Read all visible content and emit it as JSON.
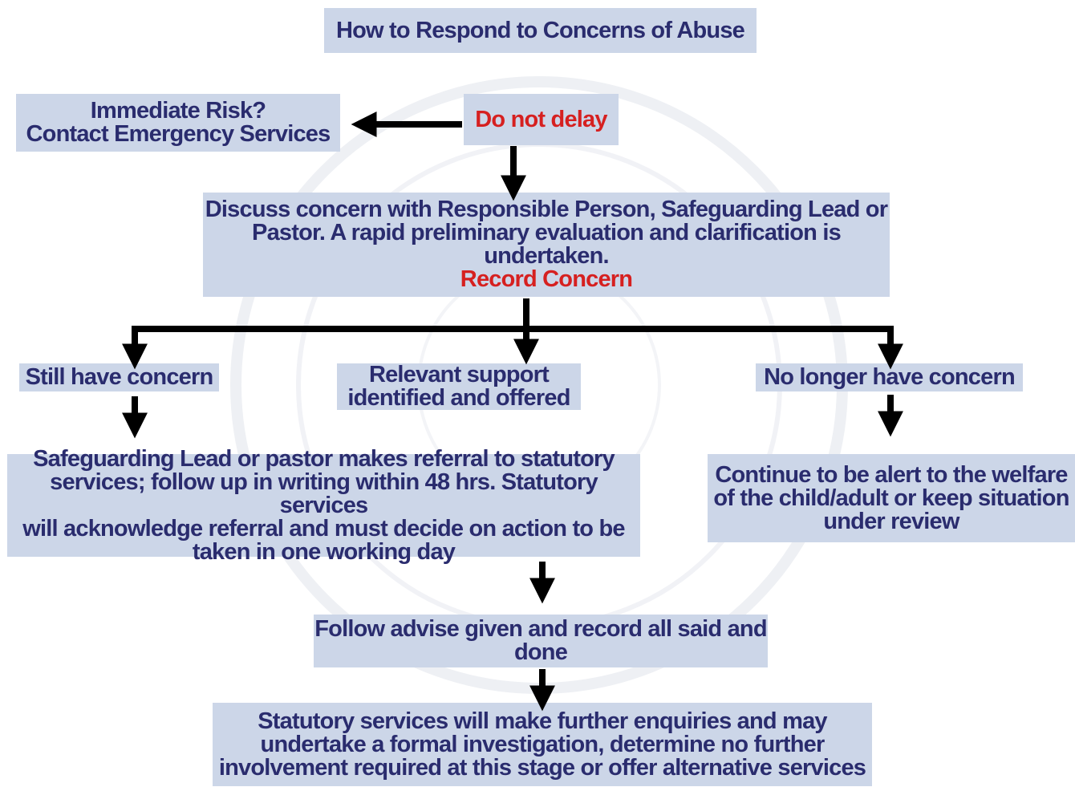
{
  "title": "How to Respond to Concerns of Abuse",
  "nodes": {
    "immediate_risk": {
      "line1": "Immediate Risk?",
      "line2": "Contact Emergency Services"
    },
    "do_not_delay": "Do not delay",
    "discuss": {
      "line1": "Discuss concern with Responsible Person, Safeguarding Lead or",
      "line2": "Pastor. A rapid preliminary evaluation and clarification is",
      "line3": "undertaken.",
      "line4": "Record Concern"
    },
    "still_concern": "Still have concern",
    "relevant_support": {
      "line1": "Relevant support",
      "line2": "identified and offered"
    },
    "no_longer_concern": "No longer have concern",
    "referral": {
      "line1": "Safeguarding Lead or pastor makes referral to statutory",
      "line2": "services; follow up in writing within 48 hrs. Statutory services",
      "line3": "will acknowledge referral and must decide on action to be",
      "line4": "taken in one working day"
    },
    "continue_alert": {
      "line1": "Continue to be alert to the welfare",
      "line2": "of the child/adult or keep situation",
      "line3": "under review"
    },
    "follow_advise": {
      "line1": "Follow advise given and record all said and",
      "line2": "done"
    },
    "statutory_enquiries": {
      "line1": "Statutory services will make further enquiries and may",
      "line2": "undertake a formal investigation, determine no further",
      "line3": "involvement required at this stage or offer alternative services"
    }
  },
  "colors": {
    "box_fill": "#ccd6e8",
    "text": "#2a2c6e",
    "emphasis": "#d62020",
    "arrow": "#000000"
  }
}
